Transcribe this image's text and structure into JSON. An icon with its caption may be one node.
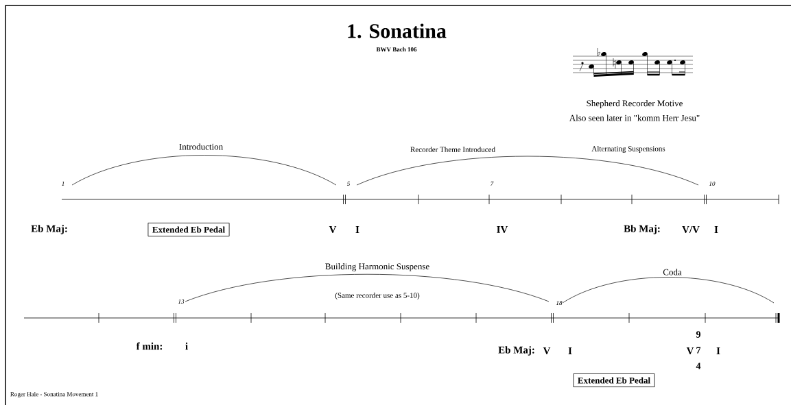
{
  "diagram": {
    "title": "1. Sonatina",
    "nodes": [
      {
        "text": [
          "Extended Eb Pedal"
        ]
      },
      {
        "text": [
          "Extended Eb Pedal"
        ]
      }
    ],
    "labels": [
      "BWV Bach 106",
      "Shepherd Recorder Motive",
      "Also seen later in \"komm Herr Jesu\"",
      "Introduction",
      "Recorder Theme Introduced",
      "Alternating Suspensions",
      "1",
      "5",
      "7",
      "10",
      "Eb Maj:",
      "V",
      "I",
      "IV",
      "Bb Maj:",
      "V/V",
      "I",
      "Building Harmonic Suspense",
      "Coda",
      "(Same recorder use as 5-10)",
      "13",
      "18",
      "9",
      "f min:",
      "i",
      "Eb Maj:",
      "V",
      "I",
      "V",
      "7",
      "I",
      "4",
      "Roger Hale - Sonatina Movement 1"
    ]
  }
}
